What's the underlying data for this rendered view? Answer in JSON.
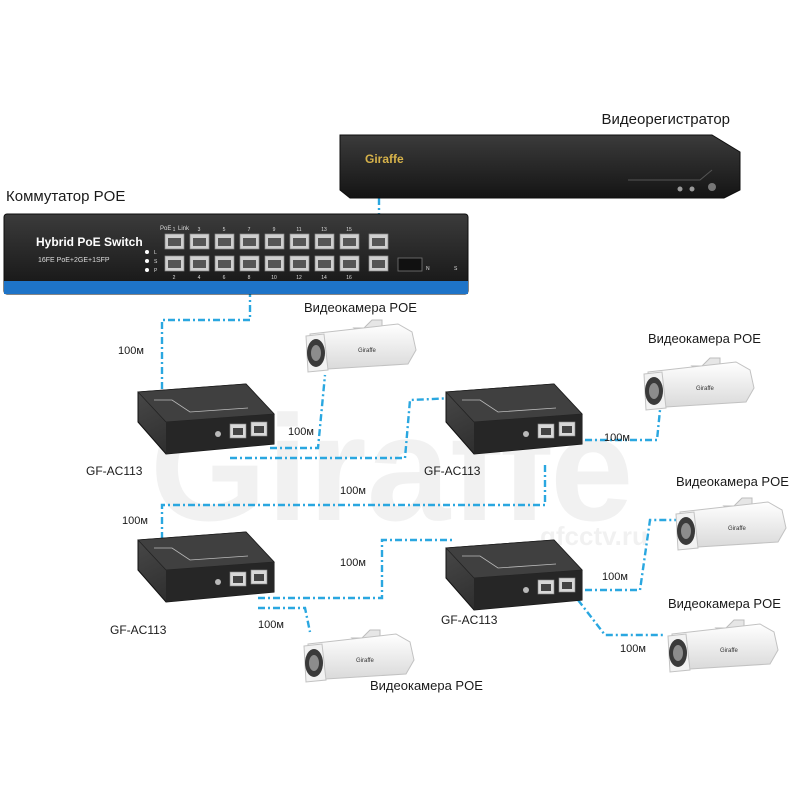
{
  "labels": {
    "switch_title": "Коммутатор POE",
    "nvr_title": "Видеорегистратор",
    "camera": "Видеокамера POE",
    "extender": "GF-AC113",
    "distance": "100м"
  },
  "switch": {
    "brand": "Hybrid PoE Switch",
    "spec": "16FE PoE+2GE+1SFP",
    "poe_label": "PoE",
    "link_label": "Link",
    "port_numbers_top": [
      "1",
      "3",
      "5",
      "7",
      "9",
      "11",
      "13",
      "15"
    ],
    "port_numbers_bottom": [
      "2",
      "4",
      "6",
      "8",
      "10",
      "12",
      "14",
      "16"
    ],
    "indicator_labels": [
      "L",
      "S",
      "P"
    ],
    "sfp_labels": [
      "N",
      "S"
    ]
  },
  "nvr": {
    "brand": "Giraffe"
  },
  "camera_brand": "Giraffe",
  "watermark": {
    "logo": "Giraffe",
    "url": "gfcctv.ru"
  },
  "colors": {
    "link": "#2aa7e0",
    "device": "#2a2a2a",
    "switch_stripe": "#1e74c8"
  }
}
